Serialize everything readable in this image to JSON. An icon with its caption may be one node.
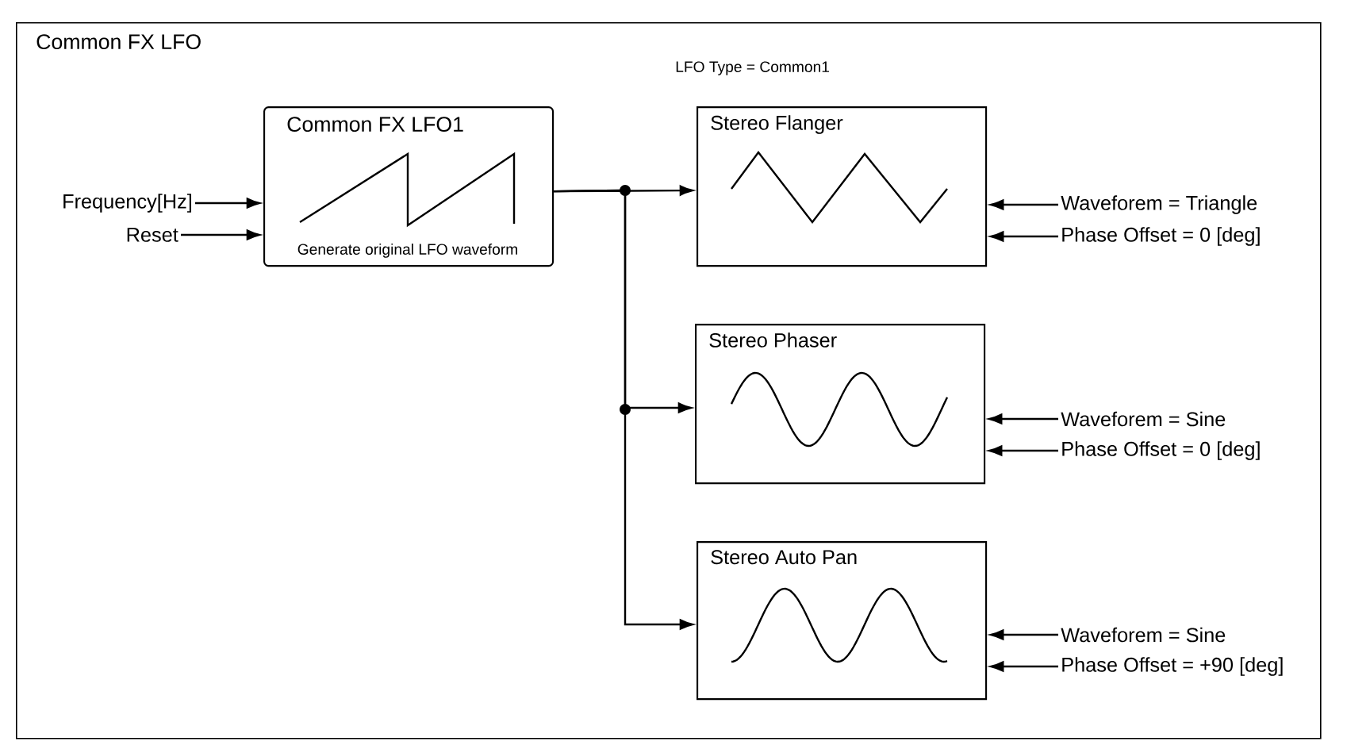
{
  "diagram": {
    "nodes": [
      {
        "text": [
          "Common FX LFO"
        ]
      },
      {
        "text": [
          "Frequency[Hz]"
        ],
        "in": 0
      },
      {
        "text": [
          "Reset"
        ],
        "in": 0
      },
      {
        "text": [
          "Common FX LFO1",
          "Generate original LFO waveform"
        ],
        "in": 0
      },
      {
        "text": [
          "Stereo Flanger"
        ],
        "beside": [
          "LFO Type = Common1"
        ],
        "in": 0
      },
      {
        "text": [
          "Stereo Phaser"
        ],
        "in": 0
      },
      {
        "text": [
          "Stereo Auto Pan"
        ],
        "in": 0
      },
      {
        "text": [
          "Waveforem = Triangle"
        ],
        "in": 0
      },
      {
        "text": [
          "Phase Offset = 0 [deg]"
        ],
        "in": 0
      },
      {
        "text": [
          "Waveforem = Sine"
        ],
        "in": 0
      },
      {
        "text": [
          "Phase Offset = 0 [deg]"
        ],
        "in": 0
      },
      {
        "text": [
          "Waveforem = Sine"
        ],
        "in": 0
      },
      {
        "text": [
          "Phase Offset = +90 [deg]"
        ],
        "in": 0
      }
    ],
    "edges": [
      {
        "from": 1,
        "to": 3,
        "arrow": "to"
      },
      {
        "from": 2,
        "to": 3,
        "arrow": "to"
      },
      {
        "from": 3,
        "to": 4,
        "arrow": "to"
      },
      {
        "from": 3,
        "to": 5,
        "arrow": "to"
      },
      {
        "from": 3,
        "to": 6,
        "arrow": "to"
      },
      {
        "from": 7,
        "to": 4,
        "arrow": "to"
      },
      {
        "from": 8,
        "to": 4,
        "arrow": "to"
      },
      {
        "from": 9,
        "to": 5,
        "arrow": "to"
      },
      {
        "from": 10,
        "to": 5,
        "arrow": "to"
      },
      {
        "from": 11,
        "to": 6,
        "arrow": "to"
      },
      {
        "from": 12,
        "to": 6,
        "arrow": "to"
      }
    ]
  }
}
